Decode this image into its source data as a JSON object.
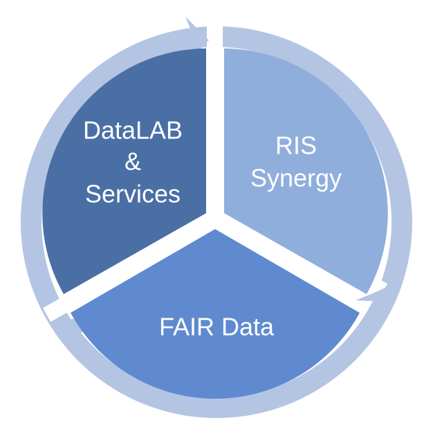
{
  "diagram": {
    "segments": [
      {
        "id": "datalab",
        "lines": [
          "DataLAB",
          "&",
          "Services"
        ],
        "color": "#4A6FA5"
      },
      {
        "id": "ris",
        "lines": [
          "RIS",
          "Synergy"
        ],
        "color": "#8FAEDB"
      },
      {
        "id": "fair",
        "lines": [
          "FAIR Data"
        ],
        "color": "#5F8ACF"
      }
    ],
    "ring_color": "#B4C5E3"
  }
}
